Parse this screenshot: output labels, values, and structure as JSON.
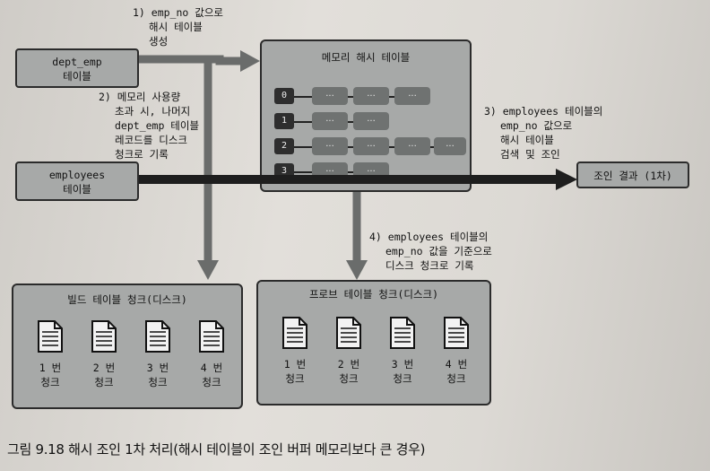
{
  "source_boxes": {
    "dept_emp": [
      "dept_emp",
      "테이블"
    ],
    "employees": [
      "employees",
      "테이블"
    ]
  },
  "hash_table": {
    "title": "메모리 해시 테이블",
    "rows": [
      {
        "index": "0",
        "cells": [
          "...",
          "...",
          "..."
        ]
      },
      {
        "index": "1",
        "cells": [
          "...",
          "..."
        ]
      },
      {
        "index": "2",
        "cells": [
          "...",
          "...",
          "...",
          "..."
        ]
      },
      {
        "index": "3",
        "cells": [
          "...",
          "..."
        ]
      }
    ]
  },
  "result_box": "조인 결과 (1차)",
  "build_chunks": {
    "title": "빌드 테이블 청크(디스크)",
    "items": [
      [
        "1 번",
        "청크"
      ],
      [
        "2 번",
        "청크"
      ],
      [
        "3 번",
        "청크"
      ],
      [
        "4 번",
        "청크"
      ]
    ]
  },
  "probe_chunks": {
    "title": "프로브 테이블 청크(디스크)",
    "items": [
      [
        "1 번",
        "청크"
      ],
      [
        "2 번",
        "청크"
      ],
      [
        "3 번",
        "청크"
      ],
      [
        "4 번",
        "청크"
      ]
    ]
  },
  "annotations": {
    "step1": [
      "1) emp_no 값으로",
      "해시 테이블",
      "생성"
    ],
    "step2": [
      "2) 메모리 사용량",
      "초과 시, 나머지",
      "dept_emp 테이블",
      "레코드를 디스크",
      "청크로 기록"
    ],
    "step3": [
      "3) employees 테이블의",
      "emp_no 값으로",
      "해시 테이블",
      "검색 및 조인"
    ],
    "step4": [
      "4) employees 테이블의",
      "emp_no 값을 기준으로",
      "디스크 청크로 기록"
    ]
  },
  "caption": "그림 9.18 해시 조인 1차 처리(해시 테이블이 조인 버퍼 메모리보다 큰 경우)",
  "colors": {
    "box_fill": "#a7a9a8",
    "arrow": "#2a2a2a",
    "slot": "#2e2e2e",
    "cell": "#6f7271"
  }
}
